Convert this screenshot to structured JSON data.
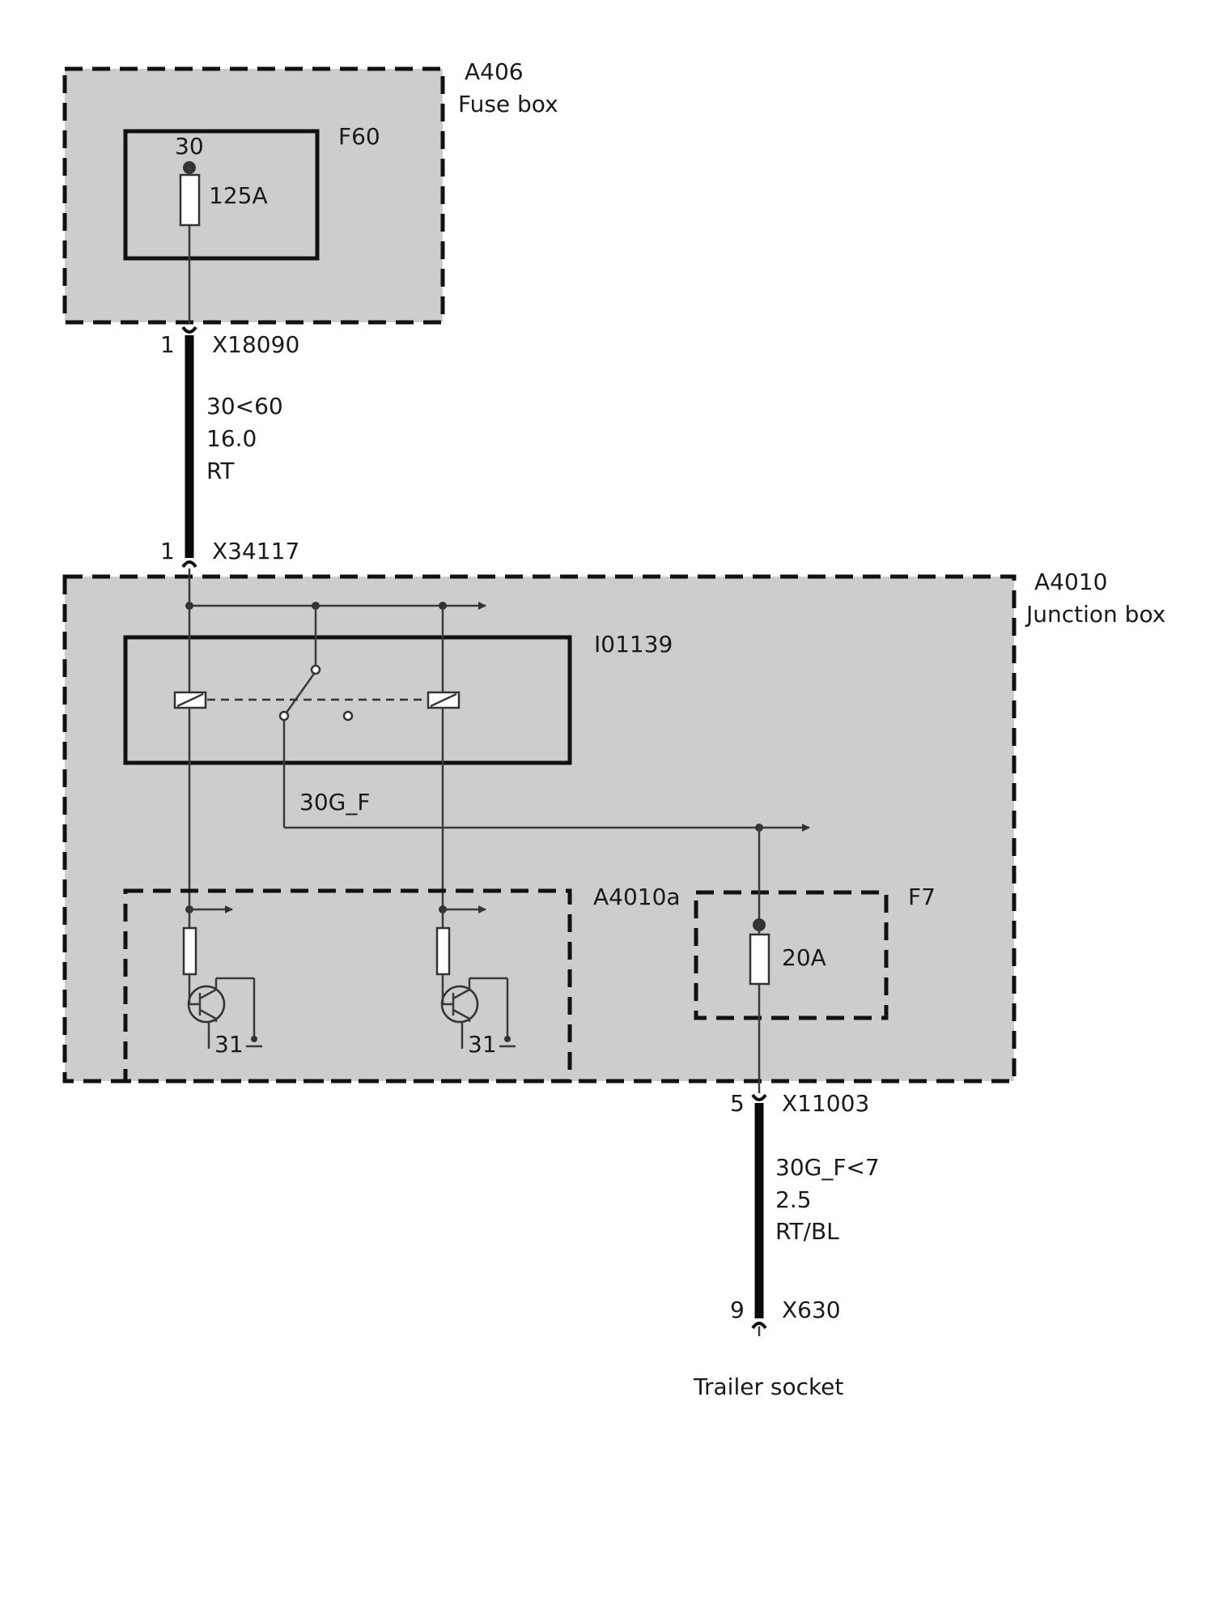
{
  "fuse_box": {
    "ref": "A406",
    "name": "Fuse box"
  },
  "fuse_f60": {
    "ref": "F60",
    "terminal": "30",
    "rating": "125A"
  },
  "connector_top": {
    "pin": "1",
    "ref": "X18090"
  },
  "wire_1": {
    "circuit": "30<60",
    "cross_section": "16.0",
    "color": "RT"
  },
  "connector_mid": {
    "pin": "1",
    "ref": "X34117"
  },
  "junction_box": {
    "ref": "A4010",
    "name": "Junction box"
  },
  "relay": {
    "ref": "I01139"
  },
  "output_label": "30G_F",
  "sub_module": {
    "ref": "A4010a"
  },
  "ground_terminals": [
    "31",
    "31"
  ],
  "fuse_f7": {
    "ref": "F7",
    "rating": "20A"
  },
  "connector_bottom": {
    "pin": "5",
    "ref": "X11003"
  },
  "wire_2": {
    "circuit": "30G_F<7",
    "cross_section": "2.5",
    "color": "RT/BL"
  },
  "connector_end": {
    "pin": "9",
    "ref": "X630"
  },
  "destination": "Trailer socket"
}
